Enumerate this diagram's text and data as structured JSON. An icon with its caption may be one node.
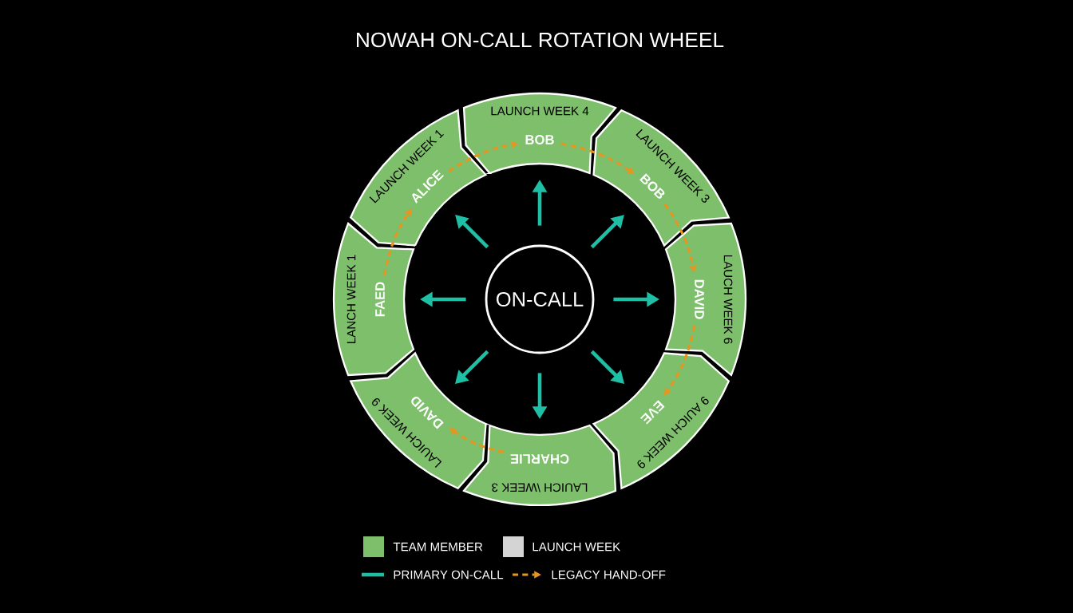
{
  "diagram": {
    "title": "NOWAH ON-CALL ROTATION WHEEL",
    "nodes": [
      {
        "text": [
          "ON-CALL"
        ]
      },
      {
        "text": [
          "LAUNCH WEEK 1",
          "ALICE"
        ]
      },
      {
        "text": [
          "LAUNCH WEEK 4",
          "BOB"
        ]
      },
      {
        "text": [
          "LAUNCH WEEK 3",
          "BOB"
        ]
      },
      {
        "text": [
          "LANCH WEEK 1",
          "FAED"
        ]
      },
      {
        "text": [
          "LAUCH WEEK 6",
          "DAVID"
        ]
      },
      {
        "text": [
          "LAUICH WEEK 9",
          "DAVID"
        ]
      },
      {
        "text": [
          "9 AUICH WEEK 9",
          "EVE"
        ]
      },
      {
        "text": [
          "LAUICH \\WEEK 3",
          "CHARLIE"
        ]
      }
    ],
    "edges": [
      {
        "from": 0,
        "to": 2,
        "arrow": "to"
      },
      {
        "from": 0,
        "to": 3,
        "arrow": "to"
      },
      {
        "from": 0,
        "to": 5,
        "arrow": "to"
      },
      {
        "from": 0,
        "to": 7,
        "arrow": "to"
      },
      {
        "from": 0,
        "to": 8,
        "arrow": "to"
      },
      {
        "from": 0,
        "to": 6,
        "arrow": "to"
      },
      {
        "from": 0,
        "to": 4,
        "arrow": "to"
      },
      {
        "from": 0,
        "to": 1,
        "arrow": "to"
      },
      {
        "from": 4,
        "to": 1,
        "arrow": "to",
        "style": "dashed",
        "color": "#e8951f"
      },
      {
        "from": 1,
        "to": 2,
        "arrow": "to",
        "style": "dashed",
        "color": "#e8951f"
      },
      {
        "from": 2,
        "to": 3,
        "arrow": "to",
        "style": "dashed",
        "color": "#e8951f"
      },
      {
        "from": 3,
        "to": 5,
        "arrow": "to",
        "style": "dashed",
        "color": "#e8951f"
      },
      {
        "from": 5,
        "to": 7,
        "arrow": "to",
        "style": "dashed",
        "color": "#e8951f"
      },
      {
        "from": 8,
        "to": 6,
        "arrow": "to",
        "style": "dashed",
        "color": "#e8951f"
      }
    ],
    "legend": [
      {
        "text": "TEAM MEMBER",
        "color": "#7dbf6b"
      },
      {
        "text": "LAUNCH WEEK",
        "color": "#d4d4d4"
      },
      {
        "text": "PRIMARY ON-CALL"
      },
      {
        "text": "LEGACY HAND-OFF"
      }
    ]
  }
}
